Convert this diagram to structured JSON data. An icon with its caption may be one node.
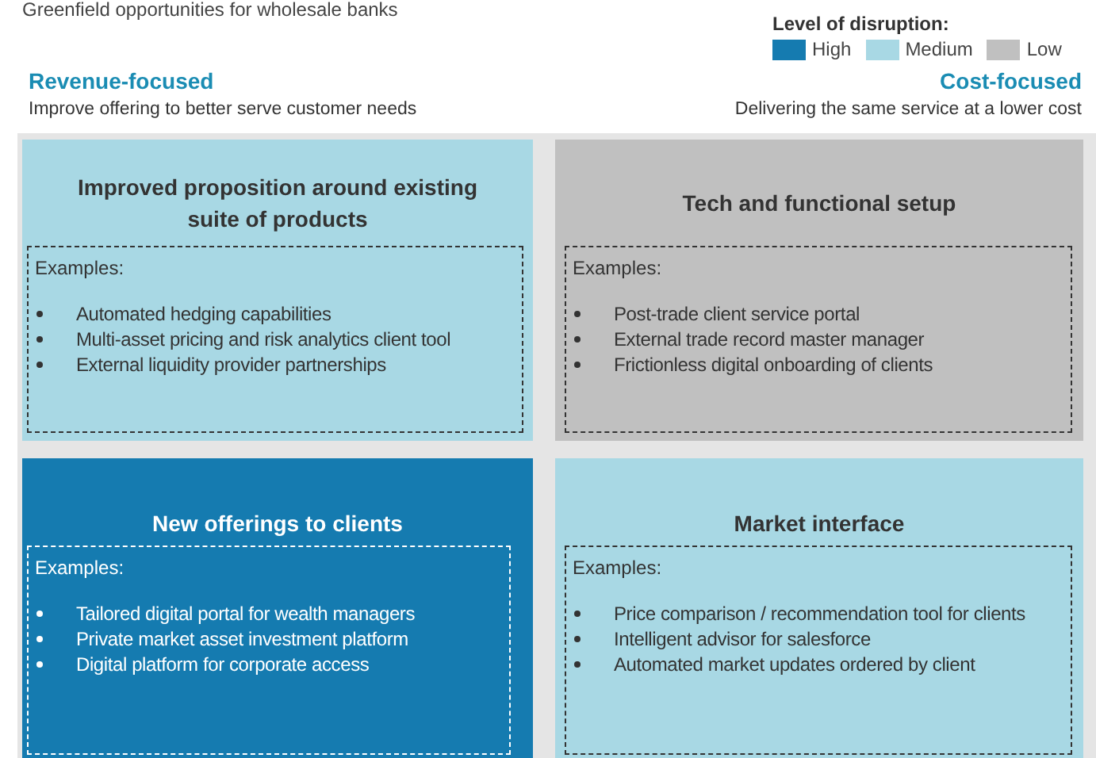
{
  "diagram": {
    "title": "Greenfield opportunities for wholesale banks",
    "nodes": [
      {
        "text": [
          "Improved proposition around existing suite of products"
        ]
      },
      {
        "text": [
          "Examples:",
          "Automated hedging capabilities",
          "Multi-asset pricing and risk analytics client tool",
          "External liquidity provider partnerships"
        ],
        "in": 0
      },
      {
        "text": [
          "Tech and functional setup"
        ]
      },
      {
        "text": [
          "Examples:",
          "Post-trade client service portal",
          "External trade record master manager",
          "Frictionless digital onboarding of clients"
        ],
        "in": 2
      },
      {
        "text": [
          "New offerings to clients"
        ]
      },
      {
        "text": [
          "Examples:",
          "Tailored digital portal for wealth managers",
          "Private market asset investment platform",
          "Digital platform for corporate access"
        ],
        "in": 4
      },
      {
        "text": [
          "Market interface"
        ]
      },
      {
        "text": [
          "Examples:",
          "Price comparison / recommendation tool for clients",
          "Intelligent advisor for salesforce",
          "Automated market updates ordered by client"
        ],
        "in": 6
      }
    ],
    "edges": [],
    "labels": [
      "Level of disruption:",
      "Revenue-focused",
      "Improve offering to better serve customer needs",
      "Cost-focused",
      "Delivering the same service at a lower cost"
    ],
    "legend": [
      {
        "text": "High",
        "color": "#157bb0"
      },
      {
        "text": "Medium",
        "color": "#a8d8e4"
      },
      {
        "text": "Low",
        "color": "#c0c0c0"
      }
    ]
  }
}
